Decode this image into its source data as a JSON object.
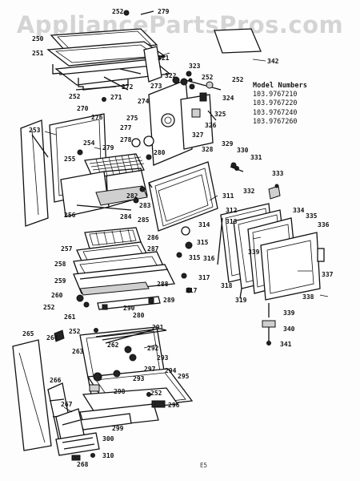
{
  "watermark": "AppliancePartsPros.com",
  "model_numbers": {
    "heading": "Model Numbers",
    "items": [
      "103.9767210",
      "103.9767220",
      "103.9767240",
      "103.9767260"
    ]
  },
  "footer_code": "E5",
  "part_labels": [
    {
      "id": "252",
      "t": "252"
    },
    {
      "id": "279a",
      "t": "279"
    },
    {
      "id": "250",
      "t": "250"
    },
    {
      "id": "251",
      "t": "251"
    },
    {
      "id": "321",
      "t": "321"
    },
    {
      "id": "342",
      "t": "342"
    },
    {
      "id": "323",
      "t": "323"
    },
    {
      "id": "322",
      "t": "322"
    },
    {
      "id": "252b",
      "t": "252"
    },
    {
      "id": "252c",
      "t": "252"
    },
    {
      "id": "272",
      "t": "272"
    },
    {
      "id": "273",
      "t": "273"
    },
    {
      "id": "271",
      "t": "271"
    },
    {
      "id": "252d",
      "t": "252"
    },
    {
      "id": "324",
      "t": "324"
    },
    {
      "id": "274",
      "t": "274"
    },
    {
      "id": "270",
      "t": "270"
    },
    {
      "id": "325",
      "t": "325"
    },
    {
      "id": "276",
      "t": "276"
    },
    {
      "id": "275",
      "t": "275"
    },
    {
      "id": "326",
      "t": "326"
    },
    {
      "id": "277",
      "t": "277"
    },
    {
      "id": "253",
      "t": "253"
    },
    {
      "id": "254",
      "t": "254"
    },
    {
      "id": "278",
      "t": "278"
    },
    {
      "id": "327",
      "t": "327"
    },
    {
      "id": "279b",
      "t": "279"
    },
    {
      "id": "280a",
      "t": "280"
    },
    {
      "id": "328",
      "t": "328"
    },
    {
      "id": "329",
      "t": "329"
    },
    {
      "id": "330",
      "t": "330"
    },
    {
      "id": "255",
      "t": "255"
    },
    {
      "id": "331",
      "t": "331"
    },
    {
      "id": "333",
      "t": "333"
    },
    {
      "id": "311",
      "t": "311"
    },
    {
      "id": "332",
      "t": "332"
    },
    {
      "id": "282",
      "t": "282"
    },
    {
      "id": "283",
      "t": "283"
    },
    {
      "id": "312",
      "t": "312"
    },
    {
      "id": "256",
      "t": "256"
    },
    {
      "id": "284",
      "t": "284"
    },
    {
      "id": "314",
      "t": "314"
    },
    {
      "id": "334",
      "t": "334"
    },
    {
      "id": "313",
      "t": "313"
    },
    {
      "id": "335",
      "t": "335"
    },
    {
      "id": "285",
      "t": "285"
    },
    {
      "id": "336",
      "t": "336"
    },
    {
      "id": "286",
      "t": "286"
    },
    {
      "id": "315a",
      "t": "315"
    },
    {
      "id": "257",
      "t": "257"
    },
    {
      "id": "287",
      "t": "287"
    },
    {
      "id": "315b",
      "t": "315"
    },
    {
      "id": "316",
      "t": "316"
    },
    {
      "id": "339a",
      "t": "339"
    },
    {
      "id": "258",
      "t": "258"
    },
    {
      "id": "317a",
      "t": "317"
    },
    {
      "id": "337",
      "t": "337"
    },
    {
      "id": "259",
      "t": "259"
    },
    {
      "id": "288",
      "t": "288"
    },
    {
      "id": "317b",
      "t": "317"
    },
    {
      "id": "318",
      "t": "318"
    },
    {
      "id": "260",
      "t": "260"
    },
    {
      "id": "289",
      "t": "289"
    },
    {
      "id": "319",
      "t": "319"
    },
    {
      "id": "338",
      "t": "338"
    },
    {
      "id": "252e",
      "t": "252"
    },
    {
      "id": "290",
      "t": "290"
    },
    {
      "id": "261",
      "t": "261"
    },
    {
      "id": "280b",
      "t": "280"
    },
    {
      "id": "339b",
      "t": "339"
    },
    {
      "id": "252f",
      "t": "252"
    },
    {
      "id": "340",
      "t": "340"
    },
    {
      "id": "291",
      "t": "291"
    },
    {
      "id": "341",
      "t": "341"
    },
    {
      "id": "265",
      "t": "265"
    },
    {
      "id": "264",
      "t": "264"
    },
    {
      "id": "262",
      "t": "262"
    },
    {
      "id": "263",
      "t": "263"
    },
    {
      "id": "292",
      "t": "292"
    },
    {
      "id": "293a",
      "t": "293"
    },
    {
      "id": "294",
      "t": "294"
    },
    {
      "id": "297",
      "t": "297"
    },
    {
      "id": "266",
      "t": "266"
    },
    {
      "id": "293b",
      "t": "293"
    },
    {
      "id": "295",
      "t": "295"
    },
    {
      "id": "298",
      "t": "298"
    },
    {
      "id": "252g",
      "t": "252"
    },
    {
      "id": "267",
      "t": "267"
    },
    {
      "id": "296",
      "t": "296"
    },
    {
      "id": "299",
      "t": "299"
    },
    {
      "id": "300",
      "t": "300"
    },
    {
      "id": "310",
      "t": "310"
    },
    {
      "id": "268",
      "t": "268"
    }
  ]
}
